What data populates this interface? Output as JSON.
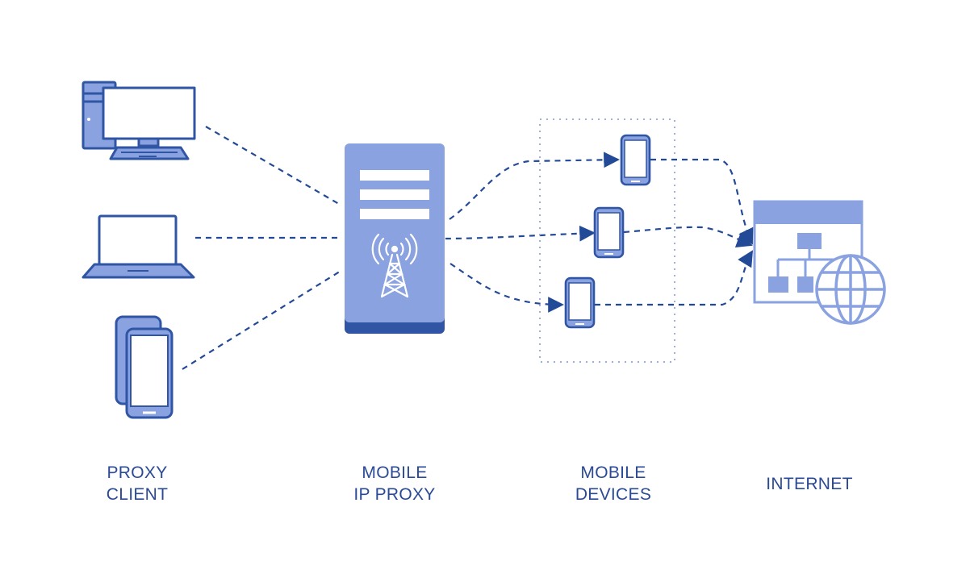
{
  "colors": {
    "accent_fill": "#8aa2e0",
    "dark_stroke": "#2f55a4",
    "line": "#234a96",
    "label": "#2b4a96",
    "globe": "#8aa2e0"
  },
  "icons": {
    "client_devices": [
      "desktop-computer-icon",
      "laptop-icon",
      "smartphones-icon"
    ],
    "proxy": "server-with-antenna-icon",
    "mobile_devices": [
      "smartphone-icon",
      "smartphone-icon",
      "smartphone-icon"
    ],
    "internet": [
      "sitemap-window-icon",
      "globe-icon"
    ]
  },
  "labels": {
    "proxy_client": [
      "PROXY",
      "CLIENT"
    ],
    "mobile_ip_proxy": [
      "MOBILE",
      "IP PROXY"
    ],
    "mobile_devices": [
      "MOBILE",
      "DEVICES"
    ],
    "internet": [
      "INTERNET"
    ]
  }
}
